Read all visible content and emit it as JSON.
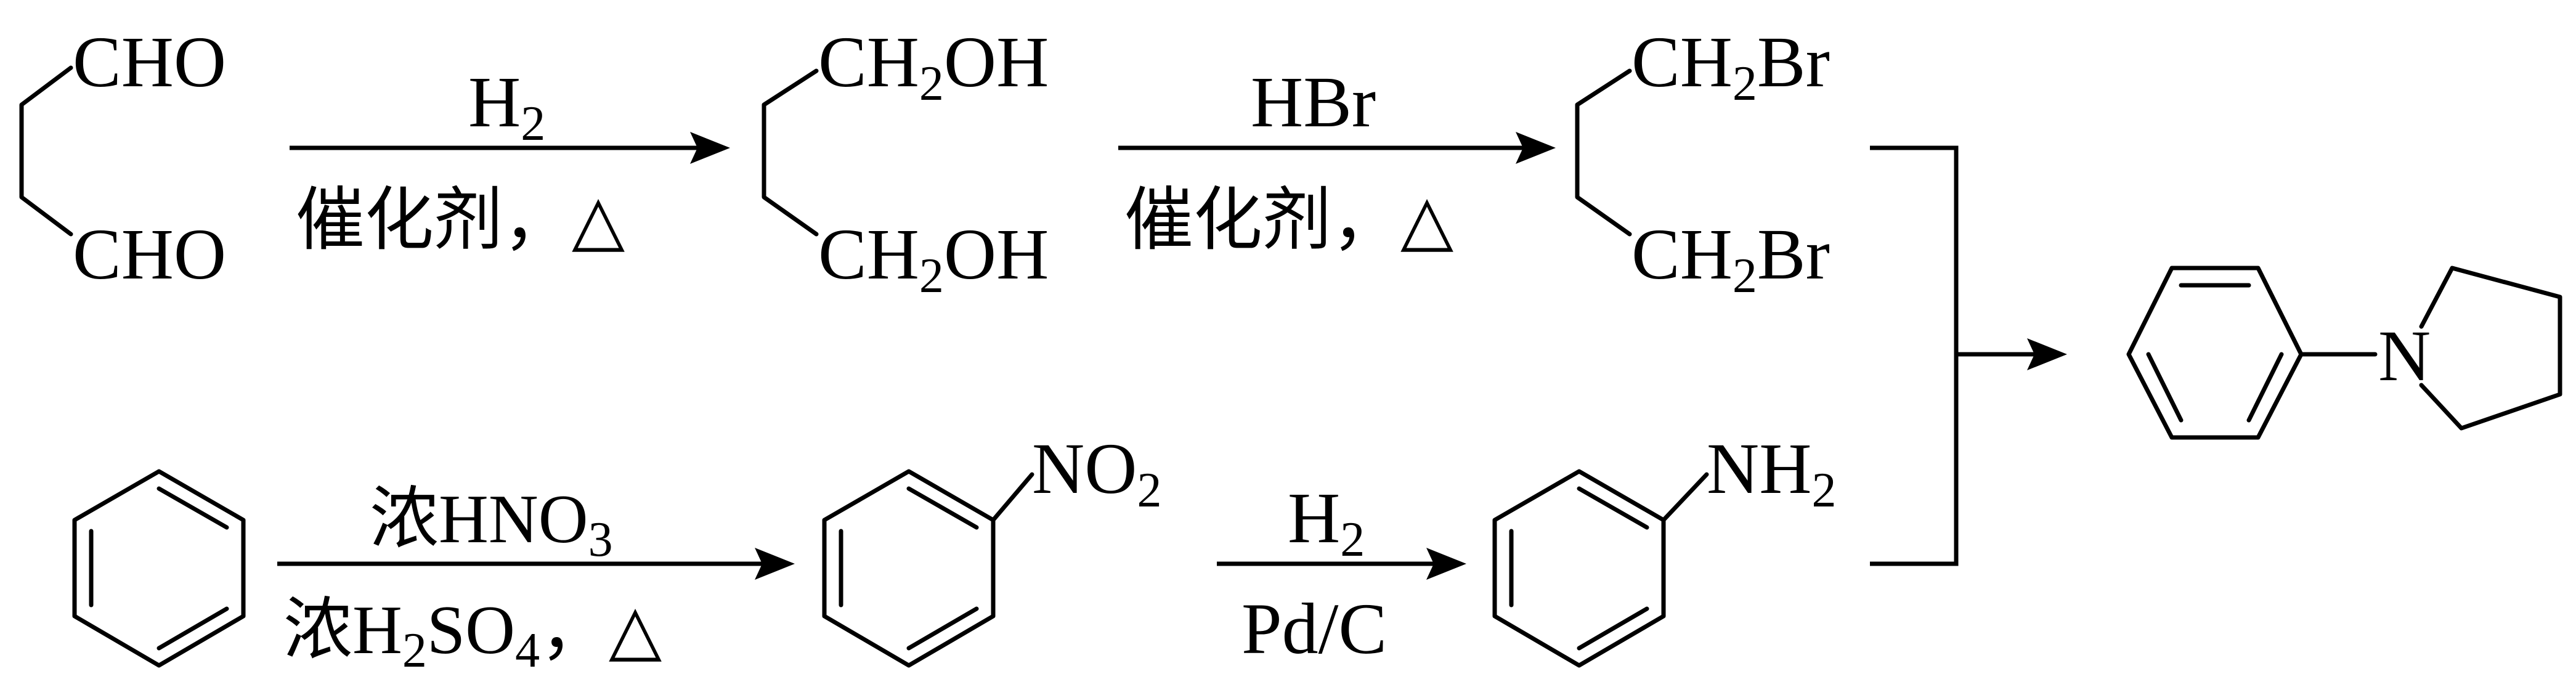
{
  "row1": {
    "succinaldehyde": {
      "top": "CHO",
      "bottom": "CHO"
    },
    "step1": {
      "above_main": "H",
      "above_sub": "2",
      "below": "催化剂，△"
    },
    "butanediol": {
      "top_a": "CH",
      "top_sub": "2",
      "top_b": "OH",
      "bottom_a": "CH",
      "bottom_sub": "2",
      "bottom_b": "OH"
    },
    "step2": {
      "above": "HBr",
      "below": "催化剂，△"
    },
    "dibromobutane": {
      "top_a": "CH",
      "top_sub": "2",
      "top_b": "Br",
      "bottom_a": "CH",
      "bottom_sub": "2",
      "bottom_b": "Br"
    }
  },
  "row2": {
    "step3": {
      "above_a": "浓HNO",
      "above_sub": "3",
      "below_a": "浓H",
      "below_sub1": "2",
      "below_b": "SO",
      "below_sub2": "4",
      "below_c": "，△"
    },
    "nitrobenzene": {
      "group_main": "NO",
      "group_sub": "2"
    },
    "step4": {
      "above_main": "H",
      "above_sub": "2",
      "below": "Pd/C"
    },
    "aniline": {
      "group_main": "NH",
      "group_sub": "2"
    }
  },
  "product": {
    "heteroatom": "N"
  }
}
